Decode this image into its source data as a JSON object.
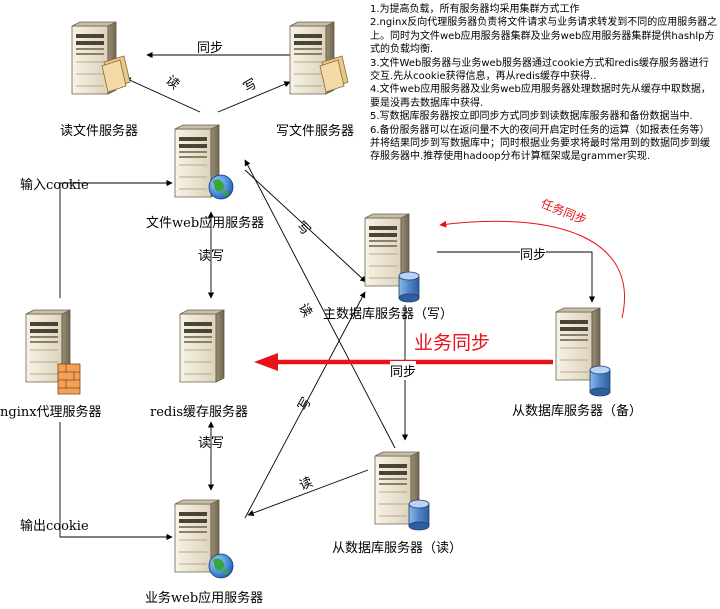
{
  "servers": {
    "read_file": "读文件服务器",
    "write_file": "写文件服务器",
    "file_web": "文件web应用服务器",
    "nginx": "nginx代理服务器",
    "redis": "redis缓存服务器",
    "master_db": "主数据库服务器（写）",
    "slave_backup": "从数据库服务器（备）",
    "slave_read": "从数据库服务器（读）",
    "biz_web": "业务web应用服务器"
  },
  "edges": {
    "sync_top": "同步",
    "read_a": "读",
    "write_a": "写",
    "input_cookie": "输入cookie",
    "output_cookie": "输出cookie",
    "rw_upper": "读写",
    "rw_lower": "读写",
    "write_mid": "写",
    "read_mid": "读",
    "write_low": "写",
    "read_low": "读",
    "sync_master_backup": "同步",
    "sync_master_read": "同步",
    "task_sync": "任务同步",
    "biz_sync": "业务同步"
  },
  "notes": [
    "1.为提高负载，所有服务器均采用集群方式工作",
    "2.nginx反向代理服务器负责将文件请求与业务请求转发到不同的应用服务器之上。同时为文件web应用服务器集群及业务web应用服务器集群提供hashlp方式的负载均衡.",
    "3.文件Web服务器与业务web服务器通过cookie方式和redis缓存服务器进行交互.先从cookie获得信息，再从redis缓存中获得..",
    "4.文件web应用服务器及业务web应用服务器处理数据时先从缓存中取数据，要是没再去数据库中获得.",
    "5.写数据库服务器按立即同步方式同步到读数据库服务器和备份数据当中.",
    "6.备份服务器可以在返问量不大的夜间开启定时任务的运算（如报表任务等）并将结果同步到写数据库中；同时根据业务要求将最时常用到的数据同步到缓存服务器中.推荐使用hadoop分布计算框架或是grammer实现."
  ],
  "colors": {
    "red": "#e8121a",
    "server_body": "#ece4d0",
    "disk": "#4f86c9",
    "globe": "#2e9a2e",
    "firewall": "#e06b21"
  },
  "icons": {
    "server": "server-tower-icon",
    "folder": "folder-icon",
    "globe": "globe-icon",
    "database": "database-cylinder-icon",
    "firewall": "firewall-brick-icon"
  }
}
